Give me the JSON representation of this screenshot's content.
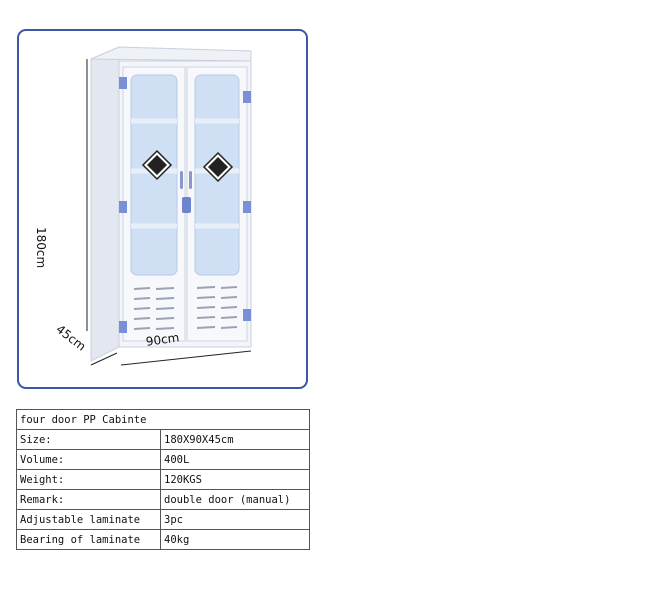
{
  "product_image": {
    "dimensions": {
      "height": "180cm",
      "depth": "45cm",
      "width": "90cm"
    }
  },
  "spec_table": {
    "title": "four door PP Cabinte",
    "rows": [
      {
        "label": "Size:",
        "value": "180X90X45cm"
      },
      {
        "label": "Volume:",
        "value": "400L"
      },
      {
        "label": "Weight:",
        "value": "120KGS"
      },
      {
        "label": "Remark:",
        "value": "double door (manual)"
      },
      {
        "label": "Adjustable laminate",
        "value": "3pc"
      },
      {
        "label": "Bearing of laminate",
        "value": "40kg"
      }
    ]
  },
  "colors": {
    "frame_border": "#3e56a8",
    "cabinet_body": "#f3f5fa",
    "glass": "#cfe0f5",
    "hinge": "#7b8fd6"
  }
}
